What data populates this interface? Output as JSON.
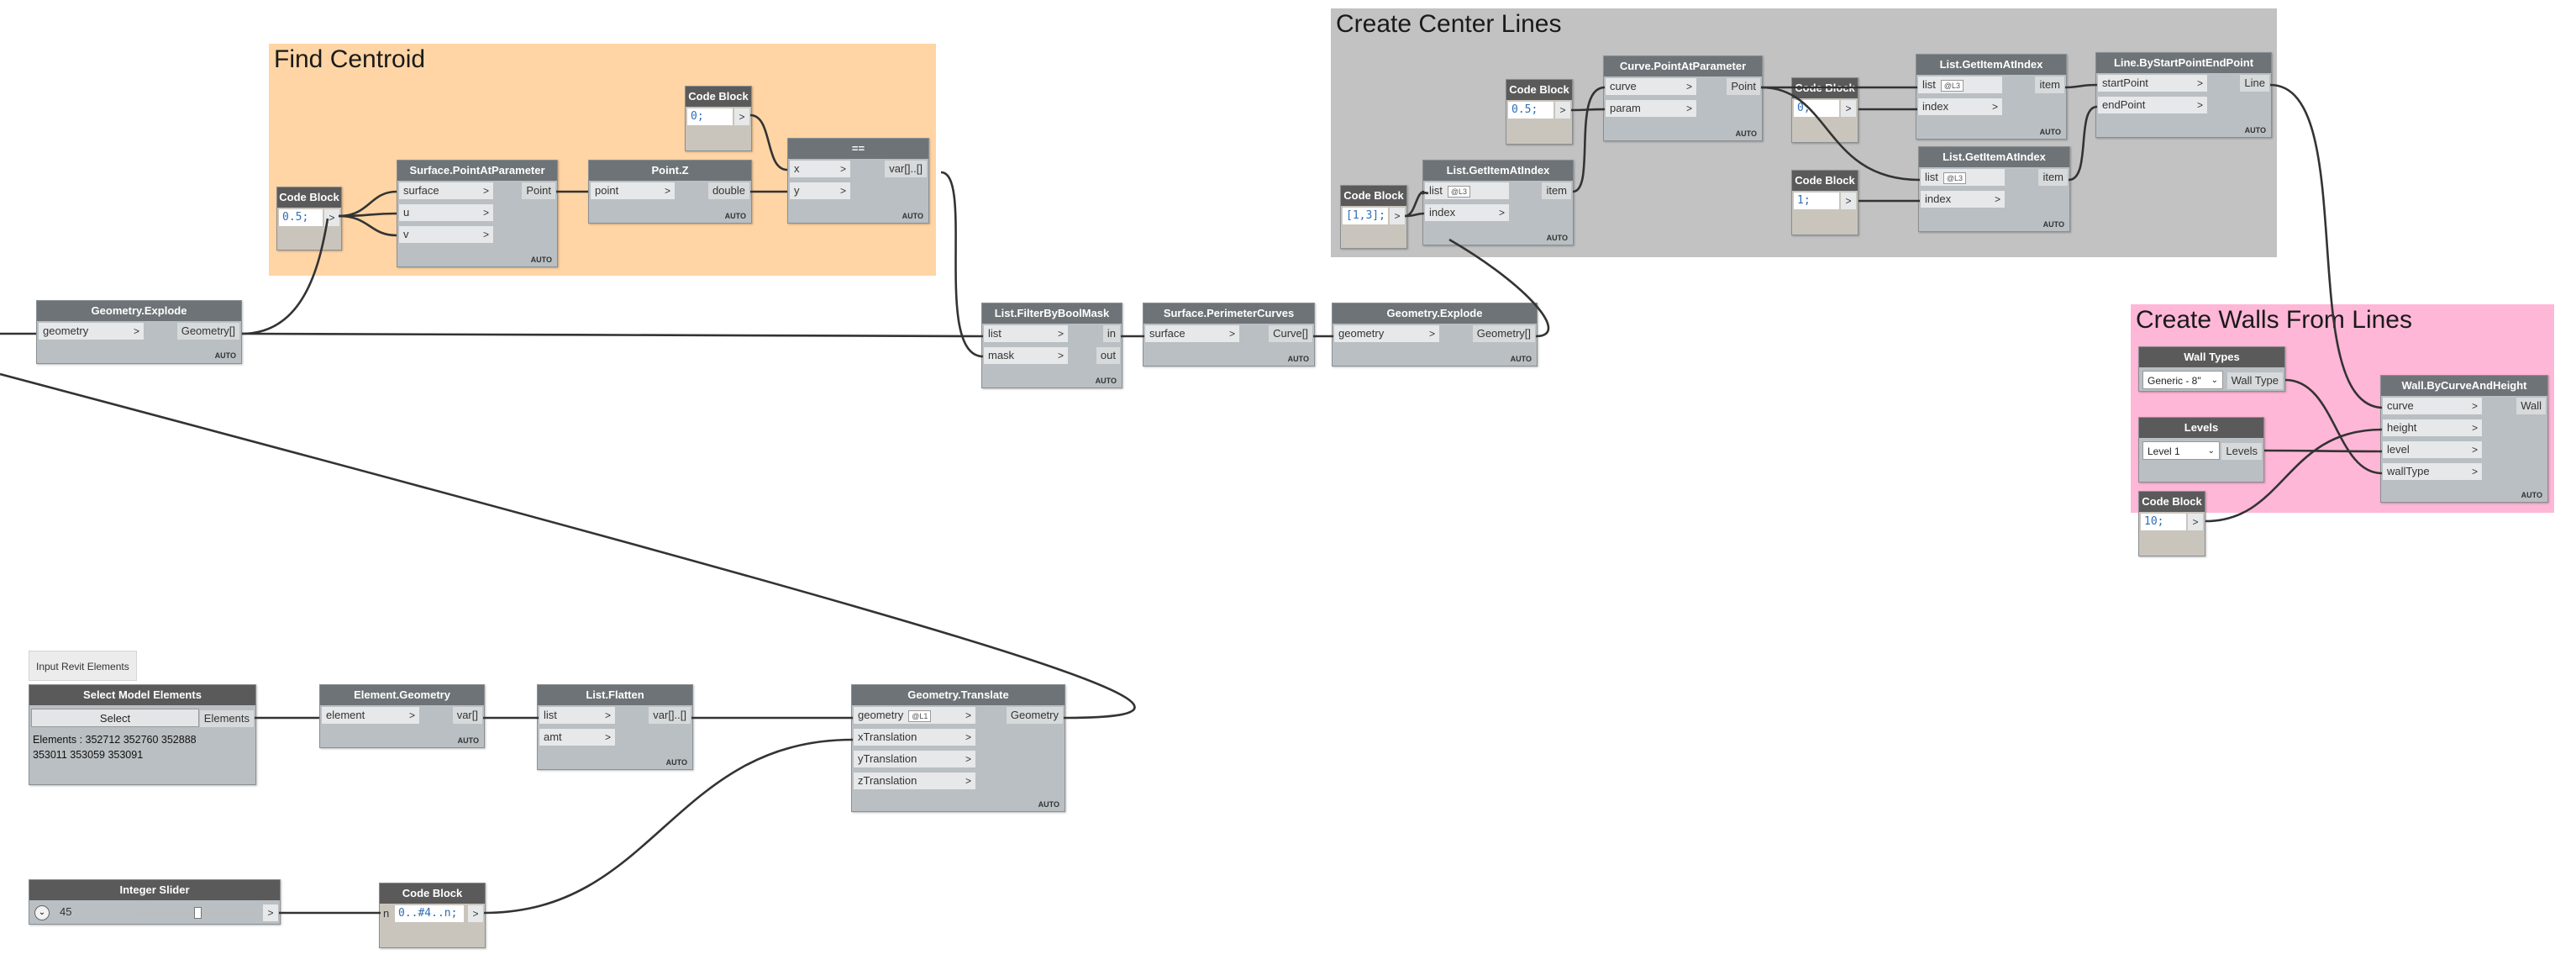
{
  "groups": {
    "find_centroid": {
      "title": "Find Centroid",
      "color": "#ffd5a5"
    },
    "center_lines": {
      "title": "Create Center Lines",
      "color": "#c2c2c2"
    },
    "walls": {
      "title": "Create Walls From Lines",
      "color": "#ffb7d7"
    }
  },
  "auto_label": "AUTO",
  "out_symbol": ">",
  "nodes": {
    "explode_left": {
      "title": "Geometry.Explode",
      "in": [
        "geometry"
      ],
      "out": [
        "Geometry[]"
      ]
    },
    "cb_half": {
      "title": "Code Block",
      "code": "0.5;"
    },
    "surface_pap": {
      "title": "Surface.PointAtParameter",
      "in": [
        "surface",
        "u",
        "v"
      ],
      "out": [
        "Point"
      ]
    },
    "pointz": {
      "title": "Point.Z",
      "in": [
        "point"
      ],
      "out": [
        "double"
      ]
    },
    "cb_zero": {
      "title": "Code Block",
      "code": "0;"
    },
    "equals": {
      "title": "==",
      "in": [
        "x",
        "y"
      ],
      "out": [
        "var[]..[]"
      ]
    },
    "filter_mask": {
      "title": "List.FilterByBoolMask",
      "in": [
        "list",
        "mask"
      ],
      "out": [
        "in",
        "out"
      ]
    },
    "perimeter": {
      "title": "Surface.PerimeterCurves",
      "in": [
        "surface"
      ],
      "out": [
        "Curve[]"
      ]
    },
    "explode_mid": {
      "title": "Geometry.Explode",
      "in": [
        "geometry"
      ],
      "out": [
        "Geometry[]"
      ]
    },
    "cb_list13": {
      "title": "Code Block",
      "code": "[1,3];"
    },
    "getitem1": {
      "title": "List.GetItemAtIndex",
      "in": [
        "list",
        "index"
      ],
      "out": [
        "item"
      ],
      "lacing": "@L3"
    },
    "cb_half2": {
      "title": "Code Block",
      "code": "0.5;"
    },
    "curve_pap": {
      "title": "Curve.PointAtParameter",
      "in": [
        "curve",
        "param"
      ],
      "out": [
        "Point"
      ]
    },
    "cb_zero2": {
      "title": "Code Block",
      "code": "0;"
    },
    "cb_one": {
      "title": "Code Block",
      "code": "1;"
    },
    "getitem2": {
      "title": "List.GetItemAtIndex",
      "in": [
        "list",
        "index"
      ],
      "out": [
        "item"
      ],
      "lacing": "@L3"
    },
    "getitem3": {
      "title": "List.GetItemAtIndex",
      "in": [
        "list",
        "index"
      ],
      "out": [
        "item"
      ],
      "lacing": "@L3"
    },
    "line_sep": {
      "title": "Line.ByStartPointEndPoint",
      "in": [
        "startPoint",
        "endPoint"
      ],
      "out": [
        "Line"
      ]
    },
    "wall_types": {
      "title": "Wall Types",
      "selected": "Generic - 8\"",
      "out": [
        "Wall Type"
      ]
    },
    "levels": {
      "title": "Levels",
      "selected": "Level 1",
      "out": [
        "Levels"
      ]
    },
    "cb_ten": {
      "title": "Code Block",
      "code": "10;"
    },
    "wall_bch": {
      "title": "Wall.ByCurveAndHeight",
      "in": [
        "curve",
        "height",
        "level",
        "wallType"
      ],
      "out": [
        "Wall"
      ]
    },
    "note": {
      "text": "Input Revit Elements"
    },
    "select_model": {
      "title": "Select Model Elements",
      "button": "Select",
      "out": [
        "Elements"
      ],
      "elements_text": "Elements : 352712 352760 352888\n353011 353059 353091"
    },
    "element_geometry": {
      "title": "Element.Geometry",
      "in": [
        "element"
      ],
      "out": [
        "var[]"
      ]
    },
    "list_flatten": {
      "title": "List.Flatten",
      "in": [
        "list",
        "amt"
      ],
      "out": [
        "var[]..[]"
      ]
    },
    "geo_translate": {
      "title": "Geometry.Translate",
      "in": [
        "geometry",
        "xTranslation",
        "yTranslation",
        "zTranslation"
      ],
      "out": [
        "Geometry"
      ],
      "lacing": "@L1"
    },
    "int_slider": {
      "title": "Integer Slider",
      "value": "45",
      "level": 0.5
    },
    "cb_range": {
      "title": "Code Block",
      "input": "n",
      "code": "0..#4..n;"
    }
  },
  "wires": [
    {
      "from": "explode_left.geometry_out",
      "to": "filter_mask.list"
    },
    {
      "from": "explode_left.geometry_out",
      "to": "cb_half"
    },
    {
      "from": "cb_half",
      "to": "surface_pap.u"
    },
    {
      "from": "cb_half",
      "to": "surface_pap.v"
    },
    {
      "from": "surface_pap.Point",
      "to": "pointz.point"
    },
    {
      "from": "pointz.double",
      "to": "equals.y"
    },
    {
      "from": "cb_zero",
      "to": "equals.x"
    },
    {
      "from": "equals",
      "to": "filter_mask.mask"
    },
    {
      "from": "filter_mask.in",
      "to": "perimeter.surface"
    },
    {
      "from": "perimeter.Curve[]",
      "to": "explode_mid.geometry"
    },
    {
      "from": "explode_mid.Geometry[]",
      "to": "getitem1.list"
    },
    {
      "from": "cb_list13",
      "to": "getitem1.index"
    },
    {
      "from": "getitem1.item",
      "to": "curve_pap.curve"
    },
    {
      "from": "cb_half2",
      "to": "curve_pap.param"
    },
    {
      "from": "curve_pap.Point",
      "to": "getitem2.list"
    },
    {
      "from": "curve_pap.Point",
      "to": "getitem3.list"
    },
    {
      "from": "cb_zero2",
      "to": "getitem2.index"
    },
    {
      "from": "cb_one",
      "to": "getitem3.index"
    },
    {
      "from": "getitem2.item",
      "to": "line_sep.startPoint"
    },
    {
      "from": "getitem3.item",
      "to": "line_sep.endPoint"
    },
    {
      "from": "line_sep.Line",
      "to": "wall_bch.curve"
    },
    {
      "from": "wall_types",
      "to": "wall_bch.wallType"
    },
    {
      "from": "levels",
      "to": "wall_bch.level"
    },
    {
      "from": "cb_ten",
      "to": "wall_bch.height"
    },
    {
      "from": "select_model.Elements",
      "to": "element_geometry.element"
    },
    {
      "from": "element_geometry",
      "to": "list_flatten.list"
    },
    {
      "from": "list_flatten",
      "to": "geo_translate.geometry"
    },
    {
      "from": "int_slider",
      "to": "cb_range.n"
    },
    {
      "from": "cb_range",
      "to": "geo_translate.xTranslation"
    },
    {
      "from": "geo_translate.Geometry",
      "to": "explode_left.geometry"
    }
  ]
}
